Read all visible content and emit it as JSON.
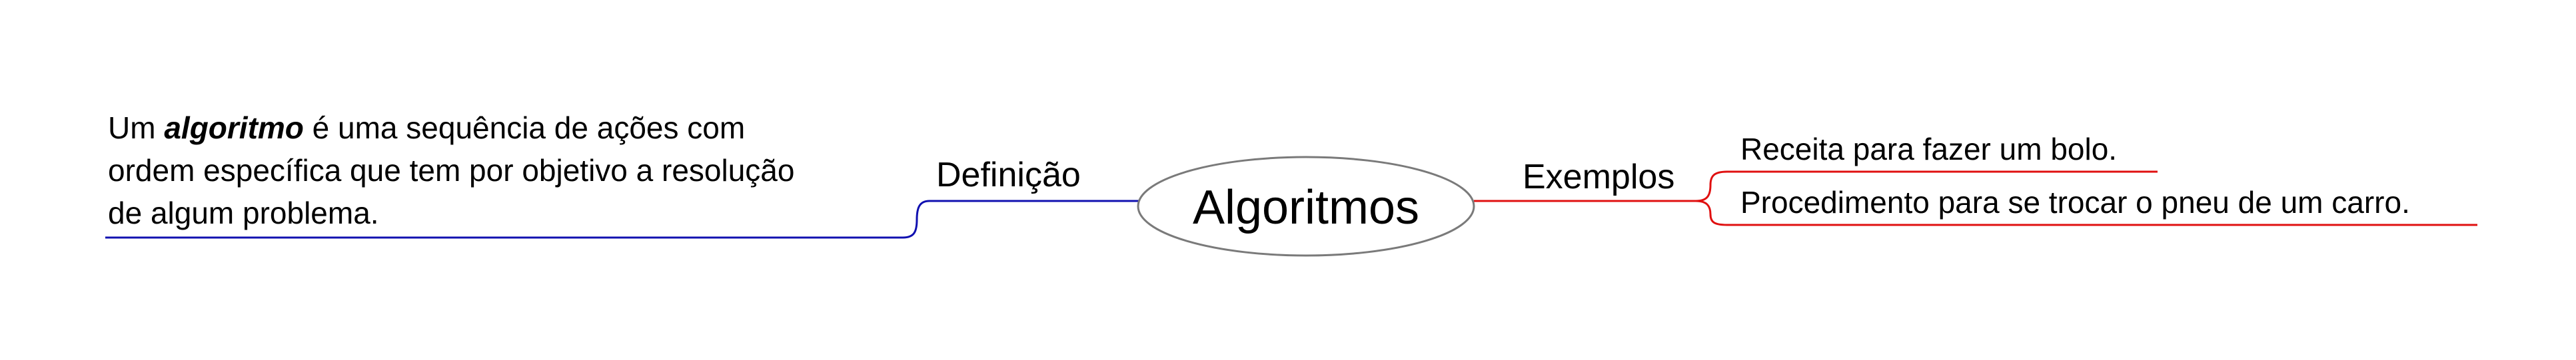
{
  "central_topic": {
    "label": "Algoritmos"
  },
  "branches": {
    "definition": {
      "label": "Definição",
      "color": "#1010b0",
      "text": {
        "line1_pre": "Um ",
        "line1_emph": "algoritmo",
        "line1_post": " é uma sequência de ações com",
        "line2": "ordem específica que tem por objetivo a resolução",
        "line3": "de algum problema."
      }
    },
    "examples": {
      "label": "Exemplos",
      "color": "#e01010",
      "items": [
        "Receita para fazer um bolo.",
        "Procedimento para se trocar o pneu de um carro."
      ]
    }
  }
}
